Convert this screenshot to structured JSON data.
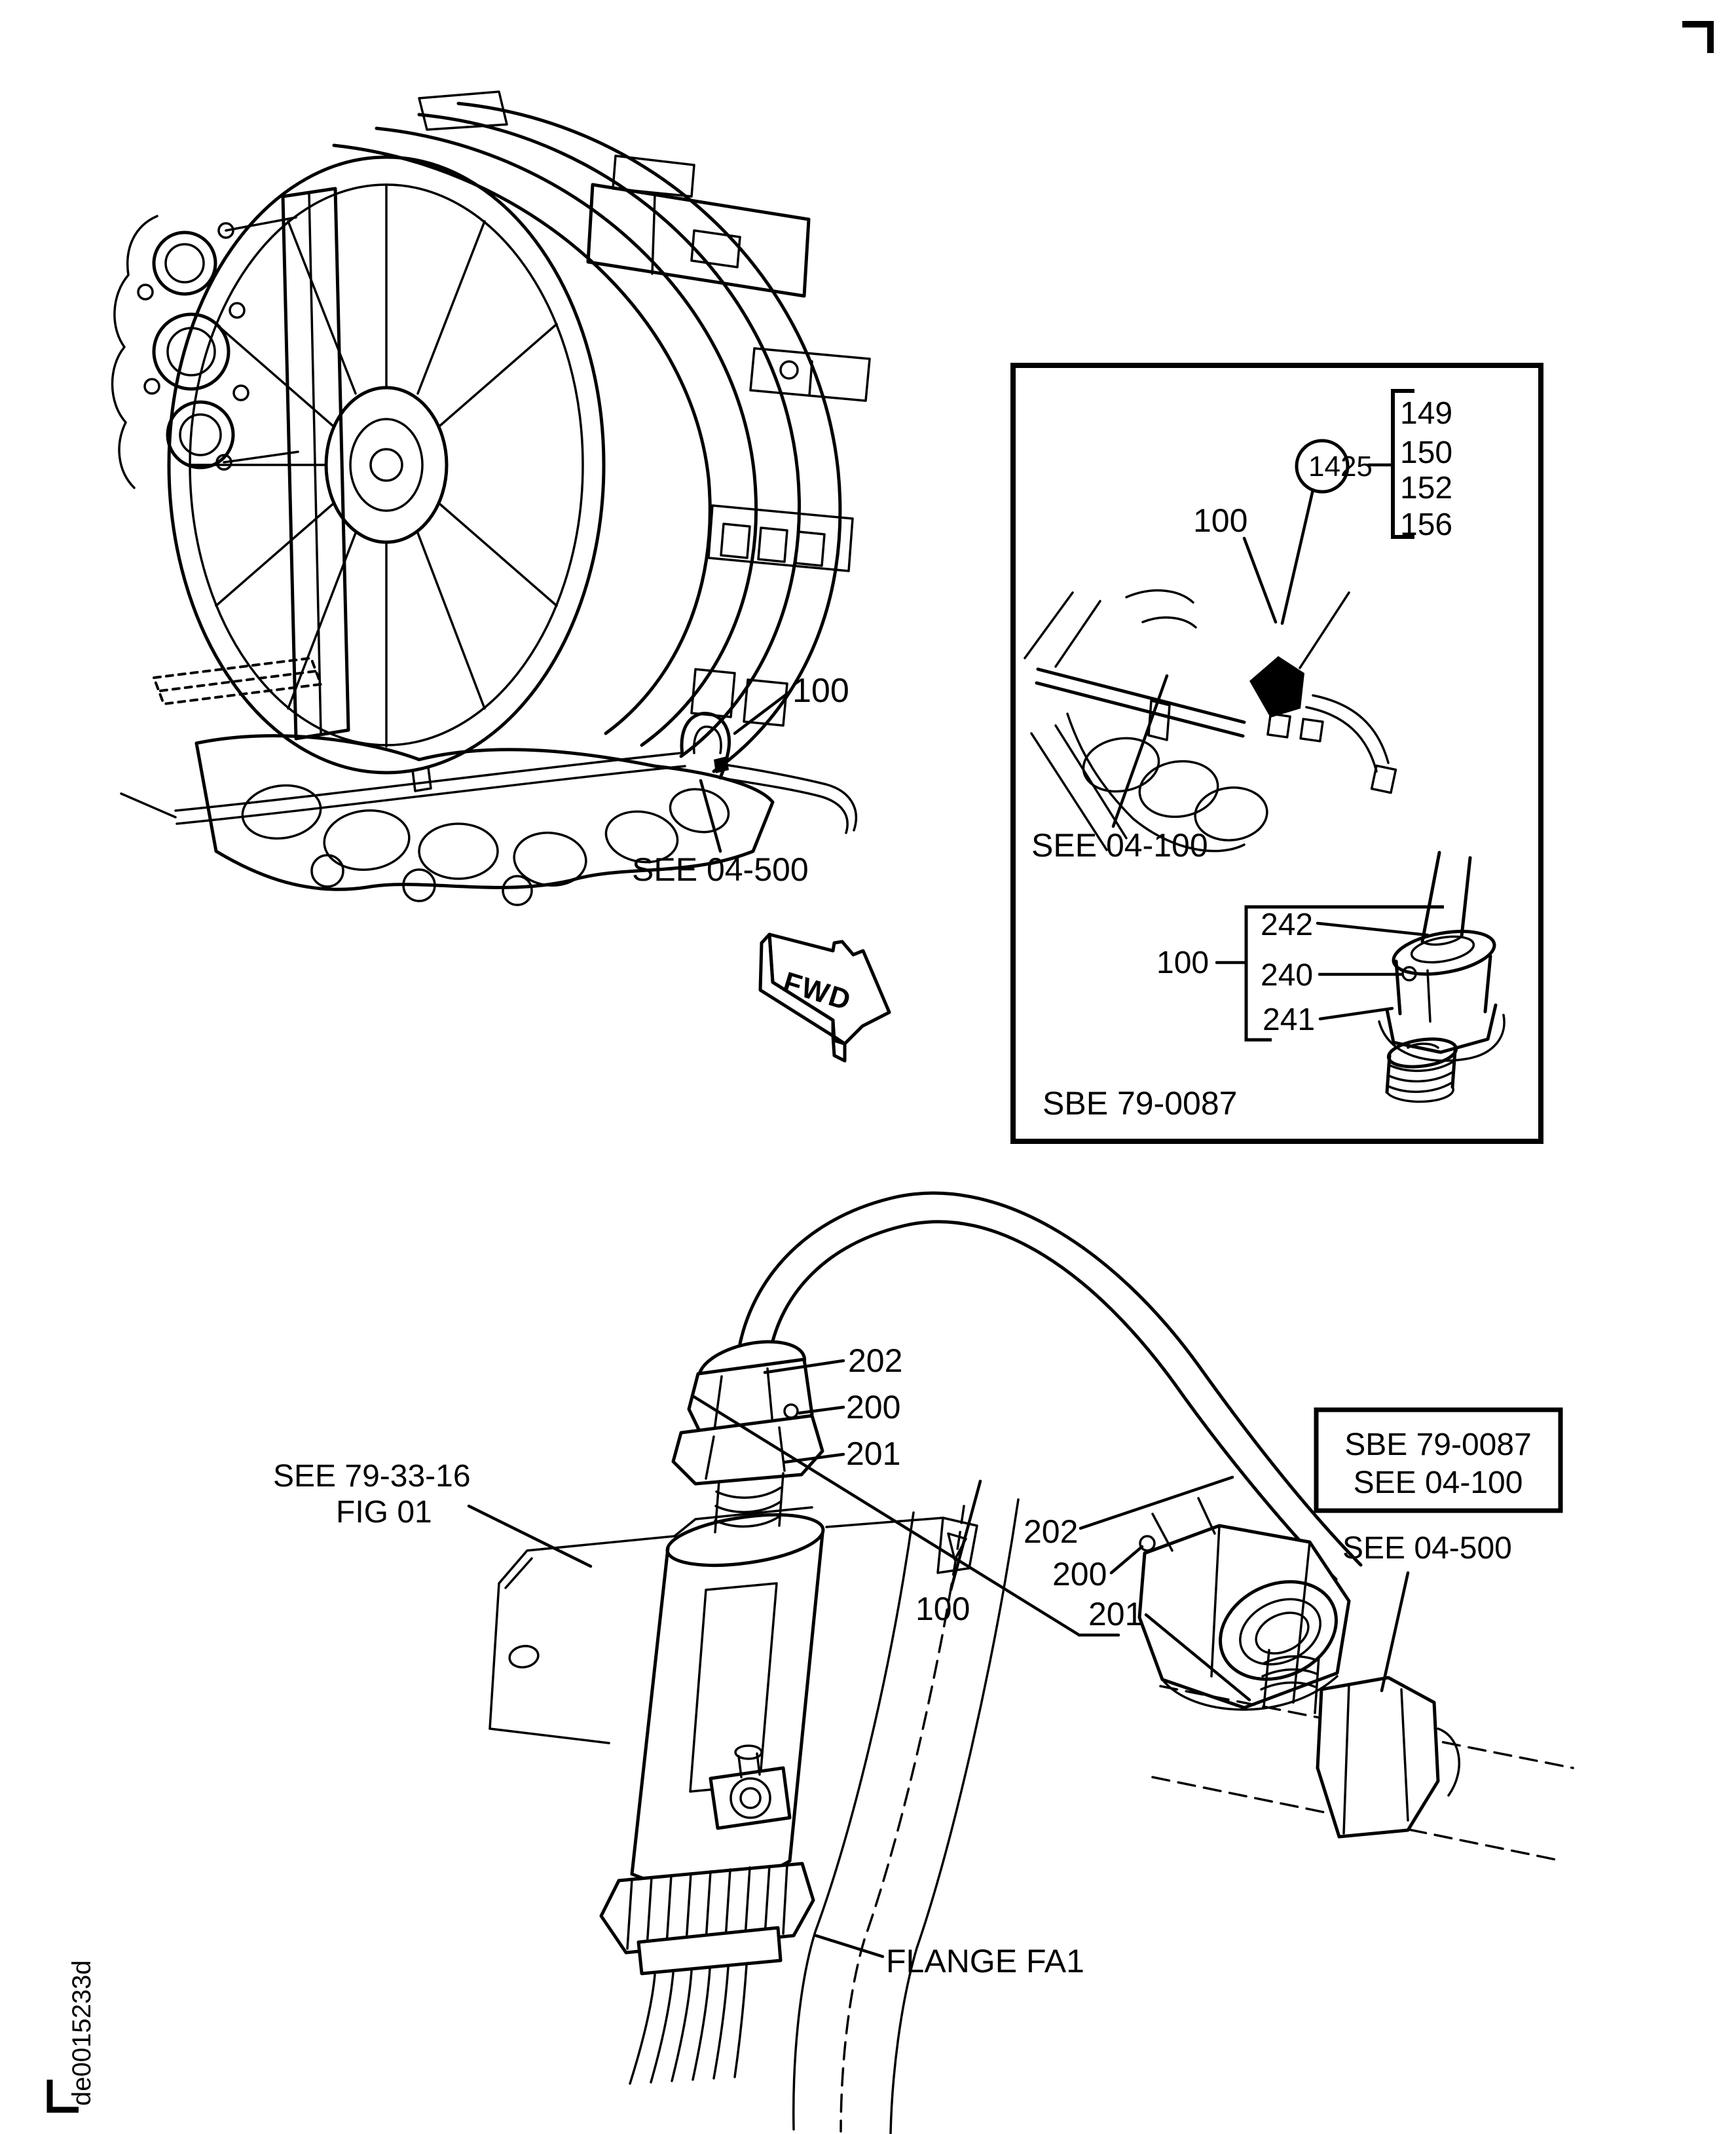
{
  "page": {
    "corner_code": "de0015233d"
  },
  "main_view": {
    "label_100": "100",
    "ref_see_04_500": "SEE 04-500",
    "fwd_label": "FWD"
  },
  "inset": {
    "callout_numbers": [
      "149",
      "150",
      "152",
      "156"
    ],
    "balloon_number": "1425",
    "label_100": "100",
    "ref_see_04_100": "SEE 04-100",
    "caption": "SBE 79-0087",
    "detail": {
      "label_242": "242",
      "label_240": "240",
      "label_241": "241",
      "label_100": "100"
    }
  },
  "hose_view": {
    "left_fitting": {
      "label_202": "202",
      "label_200": "200",
      "label_201": "201"
    },
    "right_fitting": {
      "label_202": "202",
      "label_200": "200",
      "label_201": "201",
      "label_100": "100"
    },
    "ref_see_79_33_16": "SEE 79-33-16",
    "ref_fig_01": "FIG 01",
    "ref_box": {
      "line1": "SBE 79-0087",
      "line2": "SEE 04-100"
    },
    "ref_see_04_500": "SEE 04-500",
    "flange_label": "FLANGE FA1"
  },
  "colors": {
    "ink": "#000000",
    "paper": "#ffffff"
  }
}
